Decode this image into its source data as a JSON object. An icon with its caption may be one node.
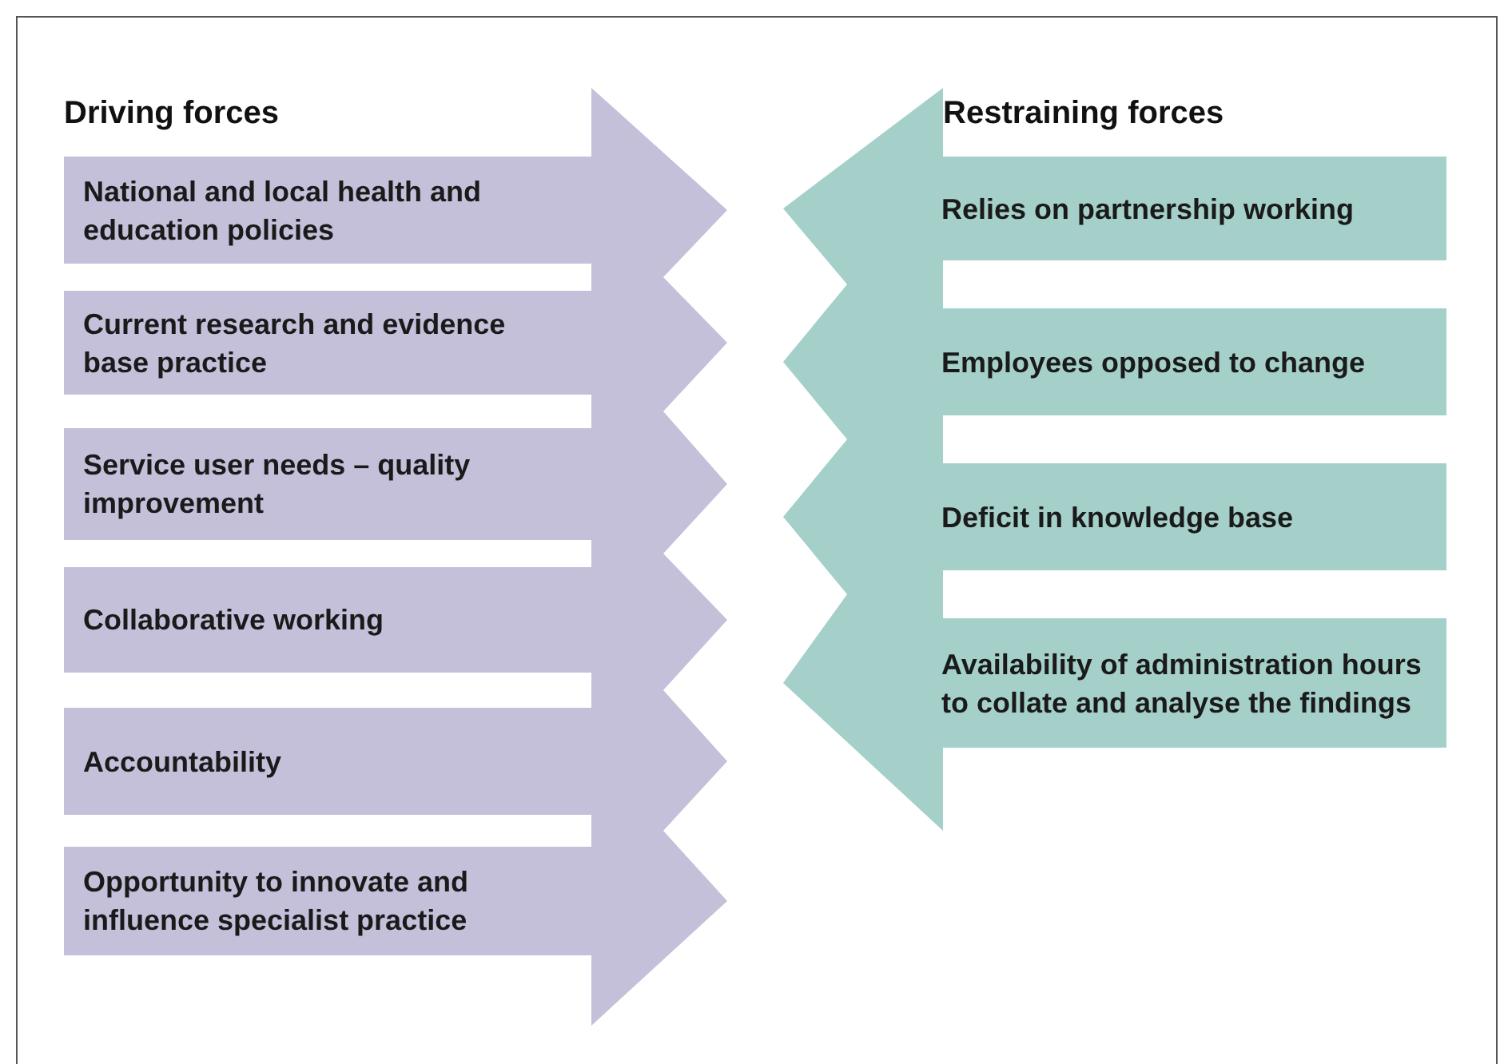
{
  "diagram": {
    "nodes": [
      {
        "text": [
          "National and local health and education policies"
        ]
      },
      {
        "text": [
          "Current research and evidence base practice"
        ]
      },
      {
        "text": [
          "Service user needs – quality improvement"
        ]
      },
      {
        "text": [
          "Collaborative working"
        ]
      },
      {
        "text": [
          "Accountability"
        ]
      },
      {
        "text": [
          "Opportunity to innovate and influence specialist practice"
        ]
      },
      {
        "text": [
          "Relies on partnership working"
        ]
      },
      {
        "text": [
          "Employees opposed to change"
        ]
      },
      {
        "text": [
          "Deficit in knowledge base"
        ]
      },
      {
        "text": [
          "Availability of administration hours to collate and analyse the findings"
        ]
      }
    ],
    "labels": [
      "Driving forces",
      "Restraining forces"
    ]
  }
}
